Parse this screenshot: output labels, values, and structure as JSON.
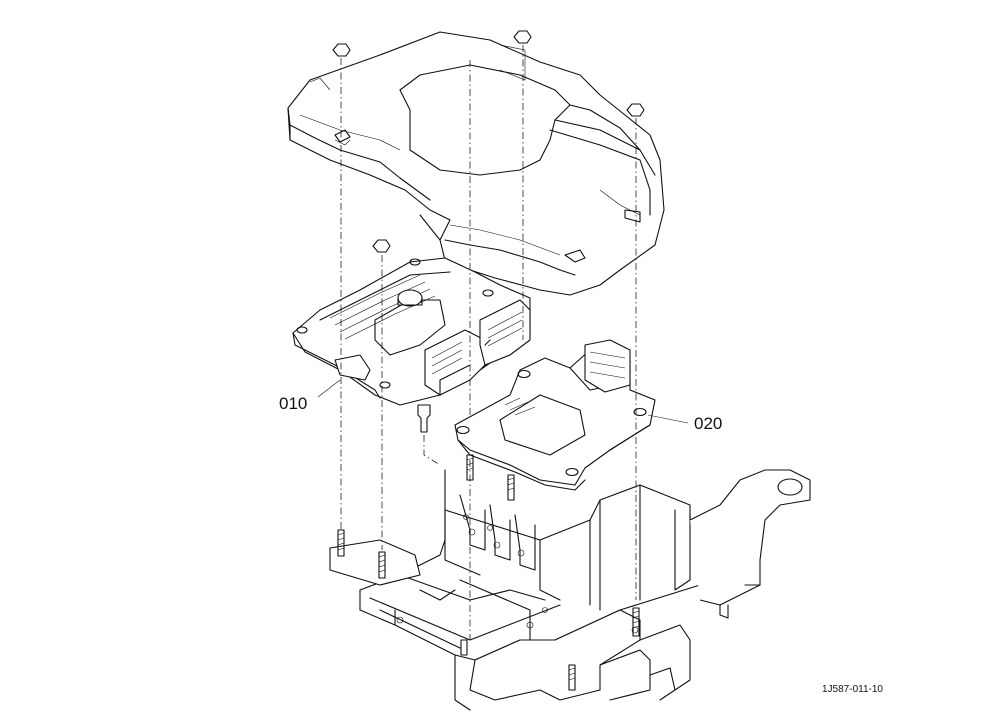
{
  "callouts": [
    {
      "id": "part-010",
      "label": "010"
    },
    {
      "id": "part-020",
      "label": "020"
    }
  ],
  "figure_code": "1J587-011-10"
}
